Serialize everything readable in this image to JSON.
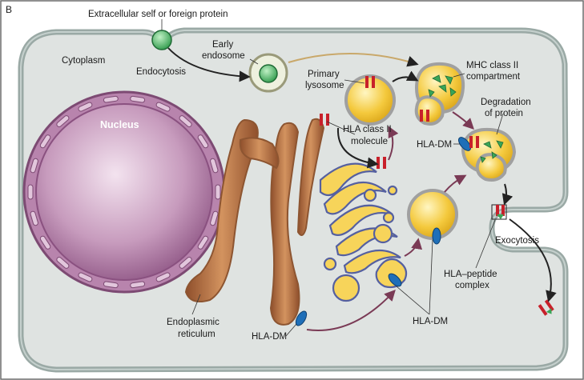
{
  "panel_letter": "B",
  "labels": {
    "extracellular": "Extracellular self or foreign protein",
    "cytoplasm": "Cytoplasm",
    "endocytosis": "Endocytosis",
    "early_endosome_1": "Early",
    "early_endosome_2": "endosome",
    "nucleus": "Nucleus",
    "primary_lysosome_1": "Primary",
    "primary_lysosome_2": "lysosome",
    "mhc_compartment_1": "MHC class II",
    "mhc_compartment_2": "compartment",
    "degradation_1": "Degradation",
    "degradation_2": "of protein",
    "hla_class2_1": "HLA class II",
    "hla_class2_2": "molecule",
    "hla_dm_top": "HLA-DM",
    "exocytosis": "Exocytosis",
    "hla_peptide_1": "HLA–peptide",
    "hla_peptide_2": "complex",
    "hla_dm_mid": "HLA-DM",
    "hla_dm_bottom": "HLA-DM",
    "er_1": "Endoplasmic",
    "er_2": "reticulum"
  },
  "colors": {
    "cell_fill": "#dfe3e1",
    "membrane": "#9aa9a5",
    "nucleus": "#b884ad",
    "er": "#b5764c",
    "vesicle": "#f4c93d",
    "hla_red": "#c8202a",
    "hla_dm_blue": "#1f6fb8",
    "protein_green": "#3aa657",
    "arrow": "#222222",
    "arrow_purple": "#7a3a55"
  }
}
